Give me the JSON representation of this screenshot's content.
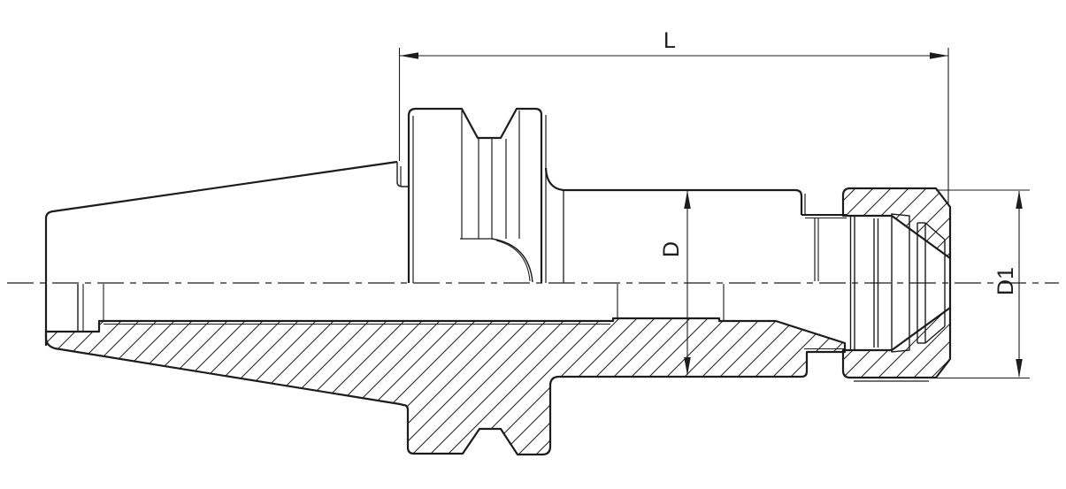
{
  "drawing": {
    "type": "technical-drawing",
    "subject": "BT shank ER collet chuck, half-section side view",
    "labels": {
      "length": "L",
      "body_diameter": "D",
      "nut_diameter": "D1"
    },
    "colors": {
      "line": "#1c1c1c",
      "background": "#ffffff"
    }
  }
}
